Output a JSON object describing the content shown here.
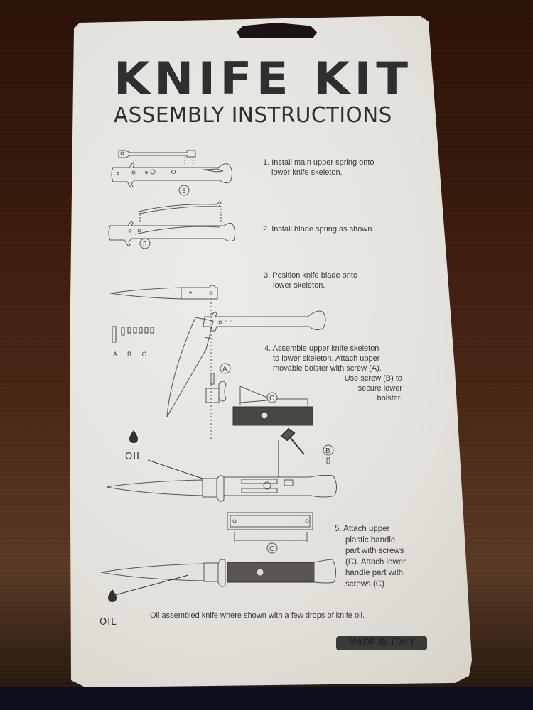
{
  "card": {
    "title": "KNIFE KIT",
    "subtitle": "ASSEMBLY INSTRUCTIONS",
    "steps": [
      {
        "number": "1.",
        "lines": [
          "1. Install main upper spring onto",
          "lower knife skeleton."
        ]
      },
      {
        "number": "2.",
        "lines": [
          "2. Install blade spring as shown."
        ]
      },
      {
        "number": "3.",
        "lines": [
          "3. Position knife blade onto",
          "lower skeleton."
        ]
      },
      {
        "number": "4.",
        "lines": [
          "4. Assemble upper knife skeleton",
          "to lower skeleton. Attach upper",
          "movable bolster with screw (A).",
          "Use screw (B) to",
          "secure  lower",
          "bolster."
        ]
      },
      {
        "number": "5.",
        "lines": [
          "5. Attach upper",
          "plastic handle",
          "part with screws",
          "(C). Attach lower",
          "handle part with",
          "screws (C)."
        ]
      }
    ],
    "oil_note": "Oil assembled knife where shown with a few drops of knife oil.",
    "oil_labels": [
      "OIL",
      "OIL"
    ],
    "callouts": {
      "three": "3",
      "a": "A",
      "b": "B",
      "c": "C"
    },
    "screw_labels": "A B C",
    "origin": "MADE IN ITALY"
  },
  "icons": [
    "hang-slot-icon",
    "oil-drop-icon",
    "hammer-icon",
    "knife-diagram"
  ]
}
